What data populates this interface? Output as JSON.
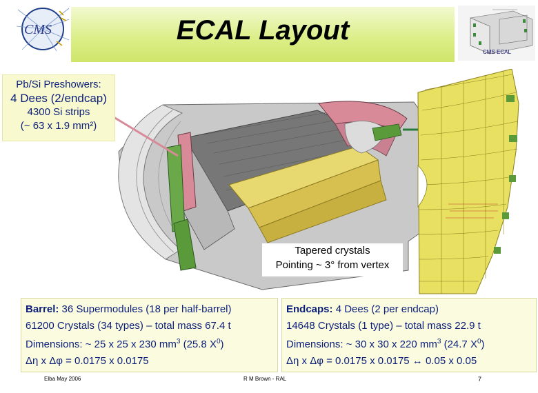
{
  "header": {
    "title": "ECAL Layout",
    "logo_text": "CMS",
    "thumbnail_label": "CMS ECAL"
  },
  "preshower": {
    "title": "Pb/Si Preshowers:",
    "line1": "4 Dees (2/endcap)",
    "line2": "4300 Si strips",
    "line3": "(~ 63 x 1.9 mm²)"
  },
  "tapered": {
    "line1": "Tapered crystals",
    "line2": "Pointing ~ 3° from vertex"
  },
  "barrel": {
    "head": "Barrel:",
    "line1": "36 Supermodules (18 per half-barrel)",
    "line2": "61200 Crystals (34 types) – total mass 67.4 t",
    "line3_pre": "Dimensions: ~ 25 x 25 x 230 mm",
    "line3_sup": "3",
    "line3_post": " (25.8 X",
    "line3_sub": "0",
    "line3_end": ")",
    "line4": "Δη x Δφ = 0.0175 x 0.0175"
  },
  "endcap": {
    "head": "Endcaps:",
    "line1": "4 Dees (2 per endcap)",
    "line2": "14648 Crystals (1 type) – total mass 22.9 t",
    "line3_pre": "Dimensions: ~ 30 x 30 x 220 mm",
    "line3_sup": "3",
    "line3_post": " (24.7 X",
    "line3_sub": "0",
    "line3_end": ")",
    "line4": "Δη x Δφ = 0.0175 x 0.0175 ↔ 0.05 x 0.05"
  },
  "footer": {
    "left": "Elba May 2006",
    "middle": "R M Brown - RAL",
    "page": "7"
  },
  "colors": {
    "title_band": "#dcef8a",
    "label_text": "#0b1e7a",
    "crystal_yellow": "#e8e060",
    "crystal_green": "#5a9a3a",
    "preshower_pink": "#d88a98"
  }
}
